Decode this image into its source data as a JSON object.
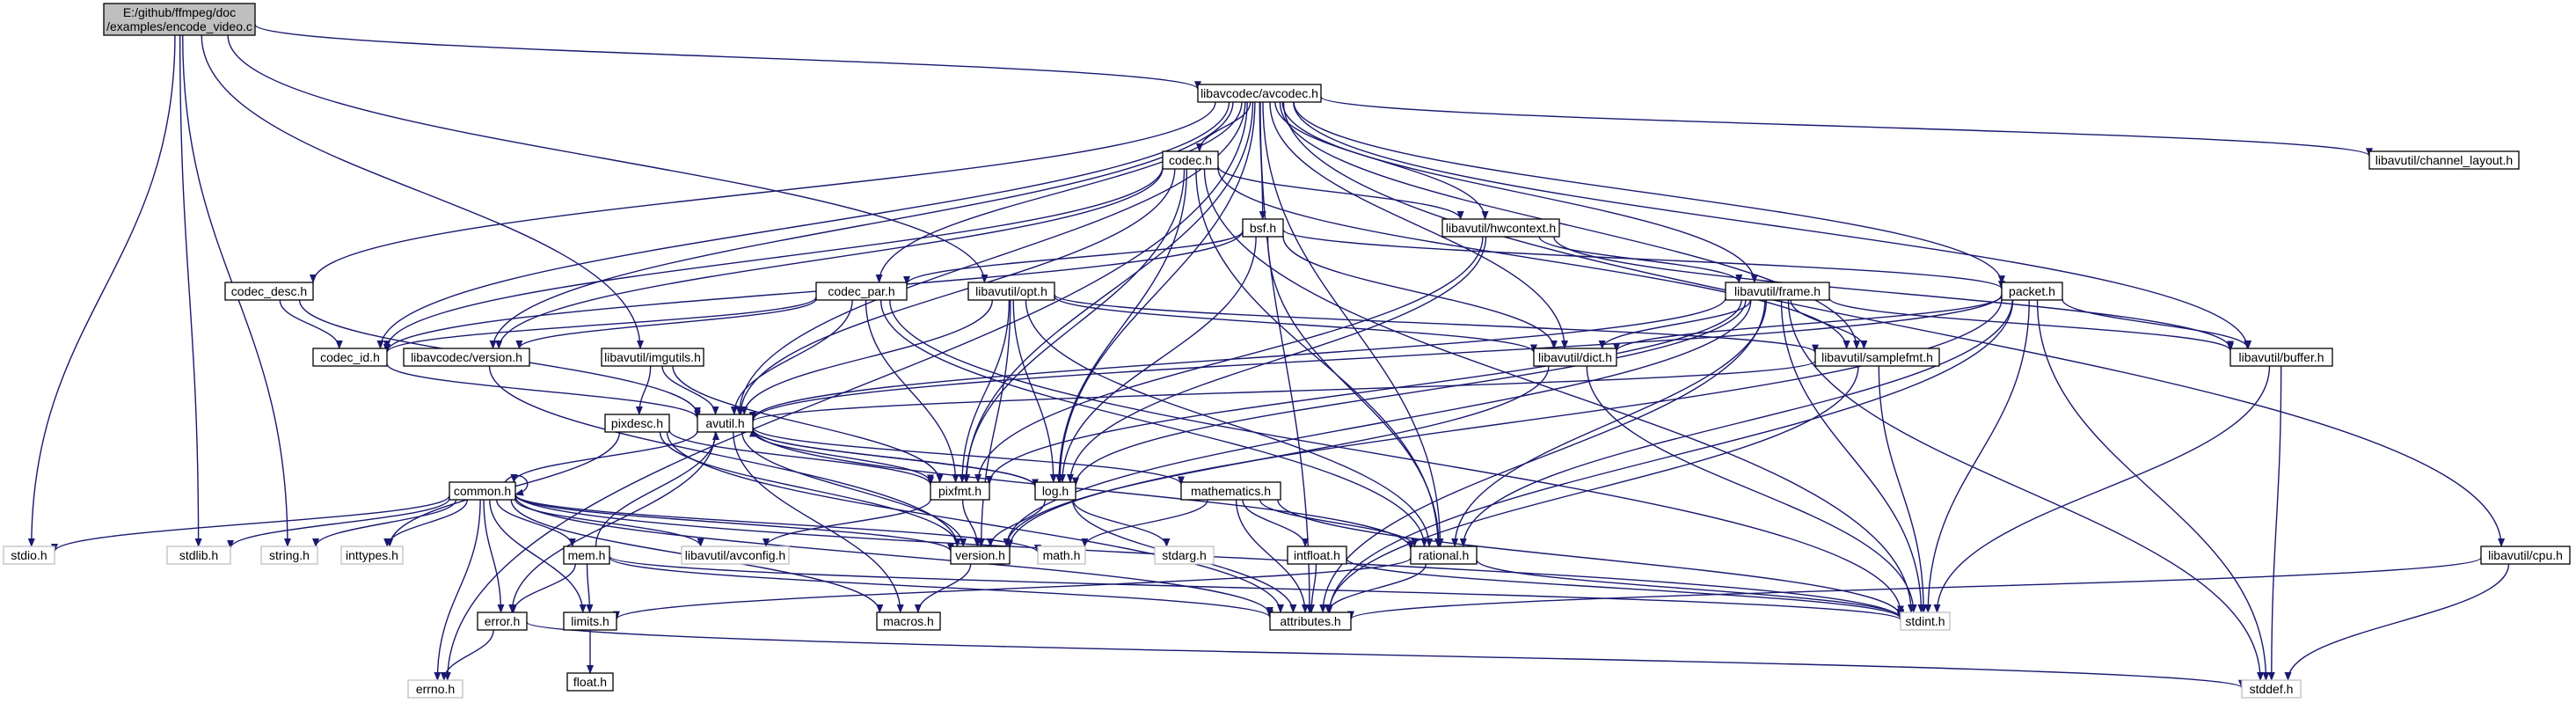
{
  "title": "E:/github/ffmpeg/doc/examples/encode_video.c",
  "colors": {
    "edge": "#191970",
    "internal_border": "#000000",
    "external_border": "#bfbfbf",
    "root_fill": "#bfbfbf"
  },
  "nodes": [
    {
      "id": "root",
      "kind": "root",
      "label": [
        "E:/github/ffmpeg/doc",
        "/examples/encode_video.c"
      ]
    },
    {
      "id": "avcodec",
      "kind": "int",
      "label": [
        "libavcodec/avcodec.h"
      ]
    },
    {
      "id": "codec",
      "kind": "int",
      "label": [
        "codec.h"
      ]
    },
    {
      "id": "chlayout",
      "kind": "int",
      "label": [
        "libavutil/channel_layout.h"
      ]
    },
    {
      "id": "bsf",
      "kind": "int",
      "label": [
        "bsf.h"
      ]
    },
    {
      "id": "hwctx",
      "kind": "int",
      "label": [
        "libavutil/hwcontext.h"
      ]
    },
    {
      "id": "codec_desc",
      "kind": "int",
      "label": [
        "codec_desc.h"
      ]
    },
    {
      "id": "codec_par",
      "kind": "int",
      "label": [
        "codec_par.h"
      ]
    },
    {
      "id": "opt",
      "kind": "int",
      "label": [
        "libavutil/opt.h"
      ]
    },
    {
      "id": "frame",
      "kind": "int",
      "label": [
        "libavutil/frame.h"
      ]
    },
    {
      "id": "packet",
      "kind": "int",
      "label": [
        "packet.h"
      ]
    },
    {
      "id": "codec_id",
      "kind": "int",
      "label": [
        "codec_id.h"
      ]
    },
    {
      "id": "lcversion",
      "kind": "int",
      "label": [
        "libavcodec/version.h"
      ]
    },
    {
      "id": "imgutils",
      "kind": "int",
      "label": [
        "libavutil/imgutils.h"
      ]
    },
    {
      "id": "dict",
      "kind": "int",
      "label": [
        "libavutil/dict.h"
      ]
    },
    {
      "id": "samplefmt",
      "kind": "int",
      "label": [
        "libavutil/samplefmt.h"
      ]
    },
    {
      "id": "buffer",
      "kind": "int",
      "label": [
        "libavutil/buffer.h"
      ]
    },
    {
      "id": "pixdesc",
      "kind": "int",
      "label": [
        "pixdesc.h"
      ]
    },
    {
      "id": "avutil",
      "kind": "int",
      "label": [
        "avutil.h"
      ]
    },
    {
      "id": "common",
      "kind": "int",
      "label": [
        "common.h"
      ]
    },
    {
      "id": "pixfmt",
      "kind": "int",
      "label": [
        "pixfmt.h"
      ]
    },
    {
      "id": "log",
      "kind": "int",
      "label": [
        "log.h"
      ]
    },
    {
      "id": "mathematics",
      "kind": "int",
      "label": [
        "mathematics.h"
      ]
    },
    {
      "id": "stdio",
      "kind": "ext",
      "label": [
        "stdio.h"
      ]
    },
    {
      "id": "stdlib",
      "kind": "ext",
      "label": [
        "stdlib.h"
      ]
    },
    {
      "id": "string",
      "kind": "ext",
      "label": [
        "string.h"
      ]
    },
    {
      "id": "inttypes",
      "kind": "ext",
      "label": [
        "inttypes.h"
      ]
    },
    {
      "id": "avconfig",
      "kind": "ext",
      "label": [
        "libavutil/avconfig.h"
      ]
    },
    {
      "id": "mem",
      "kind": "int",
      "label": [
        "mem.h"
      ]
    },
    {
      "id": "version",
      "kind": "int",
      "label": [
        "version.h"
      ]
    },
    {
      "id": "math",
      "kind": "ext",
      "label": [
        "math.h"
      ]
    },
    {
      "id": "stdarg",
      "kind": "ext",
      "label": [
        "stdarg.h"
      ]
    },
    {
      "id": "intfloat",
      "kind": "int",
      "label": [
        "intfloat.h"
      ]
    },
    {
      "id": "rational",
      "kind": "int",
      "label": [
        "rational.h"
      ]
    },
    {
      "id": "cpu",
      "kind": "int",
      "label": [
        "libavutil/cpu.h"
      ]
    },
    {
      "id": "error",
      "kind": "int",
      "label": [
        "error.h"
      ]
    },
    {
      "id": "limits",
      "kind": "int",
      "label": [
        "limits.h"
      ]
    },
    {
      "id": "macros",
      "kind": "int",
      "label": [
        "macros.h"
      ]
    },
    {
      "id": "attributes",
      "kind": "int",
      "label": [
        "attributes.h"
      ]
    },
    {
      "id": "stdint",
      "kind": "ext",
      "label": [
        "stdint.h"
      ]
    },
    {
      "id": "errno",
      "kind": "ext",
      "label": [
        "errno.h"
      ]
    },
    {
      "id": "float",
      "kind": "int",
      "label": [
        "float.h"
      ]
    },
    {
      "id": "stddef",
      "kind": "ext",
      "label": [
        "stddef.h"
      ]
    }
  ],
  "edges": [
    [
      "root",
      "avcodec"
    ],
    [
      "root",
      "opt"
    ],
    [
      "root",
      "imgutils"
    ],
    [
      "root",
      "stdio"
    ],
    [
      "root",
      "stdlib"
    ],
    [
      "root",
      "string"
    ],
    [
      "avcodec",
      "codec"
    ],
    [
      "avcodec",
      "chlayout"
    ],
    [
      "avcodec",
      "bsf"
    ],
    [
      "avcodec",
      "hwctx"
    ],
    [
      "avcodec",
      "codec_desc"
    ],
    [
      "avcodec",
      "codec_par"
    ],
    [
      "avcodec",
      "frame"
    ],
    [
      "avcodec",
      "packet"
    ],
    [
      "avcodec",
      "codec_id"
    ],
    [
      "avcodec",
      "lcversion"
    ],
    [
      "avcodec",
      "dict"
    ],
    [
      "avcodec",
      "samplefmt"
    ],
    [
      "avcodec",
      "buffer"
    ],
    [
      "avcodec",
      "avutil"
    ],
    [
      "avcodec",
      "pixfmt"
    ],
    [
      "avcodec",
      "log"
    ],
    [
      "avcodec",
      "rational"
    ],
    [
      "avcodec",
      "cpu"
    ],
    [
      "avcodec",
      "attributes"
    ],
    [
      "avcodec",
      "errno"
    ],
    [
      "codec",
      "hwctx"
    ],
    [
      "codec",
      "codec_id"
    ],
    [
      "codec",
      "lcversion"
    ],
    [
      "codec",
      "avutil"
    ],
    [
      "codec",
      "pixfmt"
    ],
    [
      "codec",
      "log"
    ],
    [
      "codec",
      "rational"
    ],
    [
      "codec",
      "samplefmt"
    ],
    [
      "codec",
      "stdint"
    ],
    [
      "bsf",
      "codec_par"
    ],
    [
      "bsf",
      "packet"
    ],
    [
      "bsf",
      "codec_id"
    ],
    [
      "bsf",
      "dict"
    ],
    [
      "bsf",
      "log"
    ],
    [
      "bsf",
      "rational"
    ],
    [
      "hwctx",
      "frame"
    ],
    [
      "hwctx",
      "buffer"
    ],
    [
      "hwctx",
      "pixfmt"
    ],
    [
      "hwctx",
      "log"
    ],
    [
      "codec_desc",
      "codec_id"
    ],
    [
      "codec_desc",
      "avutil"
    ],
    [
      "codec_par",
      "codec_id"
    ],
    [
      "codec_par",
      "avutil"
    ],
    [
      "codec_par",
      "pixfmt"
    ],
    [
      "codec_par",
      "rational"
    ],
    [
      "codec_par",
      "stdint"
    ],
    [
      "codec_par",
      "lcversion"
    ],
    [
      "opt",
      "avutil"
    ],
    [
      "opt",
      "dict"
    ],
    [
      "opt",
      "log"
    ],
    [
      "opt",
      "pixfmt"
    ],
    [
      "opt",
      "rational"
    ],
    [
      "opt",
      "samplefmt"
    ],
    [
      "opt",
      "version"
    ],
    [
      "frame",
      "avutil"
    ],
    [
      "frame",
      "buffer"
    ],
    [
      "frame",
      "dict"
    ],
    [
      "frame",
      "samplefmt"
    ],
    [
      "frame",
      "pixfmt"
    ],
    [
      "frame",
      "rational"
    ],
    [
      "frame",
      "version"
    ],
    [
      "frame",
      "stdint"
    ],
    [
      "frame",
      "stddef"
    ],
    [
      "frame",
      "attributes"
    ],
    [
      "frame",
      "log"
    ],
    [
      "packet",
      "attributes"
    ],
    [
      "packet",
      "avutil"
    ],
    [
      "packet",
      "buffer"
    ],
    [
      "packet",
      "dict"
    ],
    [
      "packet",
      "rational"
    ],
    [
      "packet",
      "stddef"
    ],
    [
      "packet",
      "stdint"
    ],
    [
      "packet",
      "version"
    ],
    [
      "codec_id",
      "avutil"
    ],
    [
      "lcversion",
      "version"
    ],
    [
      "imgutils",
      "avutil"
    ],
    [
      "imgutils",
      "pixdesc"
    ],
    [
      "imgutils",
      "pixfmt"
    ],
    [
      "dict",
      "stdint"
    ],
    [
      "dict",
      "version"
    ],
    [
      "samplefmt",
      "avutil"
    ],
    [
      "samplefmt",
      "attributes"
    ],
    [
      "samplefmt",
      "stdint"
    ],
    [
      "buffer",
      "stddef"
    ],
    [
      "buffer",
      "stdint"
    ],
    [
      "pixdesc",
      "attributes"
    ],
    [
      "pixdesc",
      "inttypes"
    ],
    [
      "pixdesc",
      "pixfmt"
    ],
    [
      "pixdesc",
      "version"
    ],
    [
      "avutil",
      "common"
    ],
    [
      "avutil",
      "error"
    ],
    [
      "avutil",
      "macros"
    ],
    [
      "avutil",
      "mathematics"
    ],
    [
      "avutil",
      "rational"
    ],
    [
      "avutil",
      "version"
    ],
    [
      "avutil",
      "log"
    ],
    [
      "avutil",
      "pixfmt"
    ],
    [
      "common",
      "common"
    ],
    [
      "common",
      "errno"
    ],
    [
      "common",
      "inttypes"
    ],
    [
      "common",
      "limits"
    ],
    [
      "common",
      "math"
    ],
    [
      "common",
      "stdint"
    ],
    [
      "common",
      "stdio"
    ],
    [
      "common",
      "stdlib"
    ],
    [
      "common",
      "string"
    ],
    [
      "common",
      "attributes"
    ],
    [
      "common",
      "macros"
    ],
    [
      "common",
      "version"
    ],
    [
      "common",
      "avconfig"
    ],
    [
      "common",
      "mem"
    ],
    [
      "common",
      "error"
    ],
    [
      "pixfmt",
      "avconfig"
    ],
    [
      "pixfmt",
      "version"
    ],
    [
      "log",
      "stdarg"
    ],
    [
      "log",
      "avutil"
    ],
    [
      "log",
      "attributes"
    ],
    [
      "log",
      "version"
    ],
    [
      "mathematics",
      "stdint"
    ],
    [
      "mathematics",
      "math"
    ],
    [
      "mathematics",
      "attributes"
    ],
    [
      "mathematics",
      "rational"
    ],
    [
      "mathematics",
      "intfloat"
    ],
    [
      "mem",
      "limits"
    ],
    [
      "mem",
      "stdint"
    ],
    [
      "mem",
      "attributes"
    ],
    [
      "mem",
      "avutil"
    ],
    [
      "mem",
      "error"
    ],
    [
      "version",
      "macros"
    ],
    [
      "intfloat",
      "stdint"
    ],
    [
      "intfloat",
      "attributes"
    ],
    [
      "rational",
      "stdint"
    ],
    [
      "rational",
      "limits"
    ],
    [
      "rational",
      "attributes"
    ],
    [
      "cpu",
      "attributes"
    ],
    [
      "cpu",
      "stddef"
    ],
    [
      "error",
      "errno"
    ],
    [
      "error",
      "stddef"
    ],
    [
      "limits",
      "float"
    ]
  ]
}
